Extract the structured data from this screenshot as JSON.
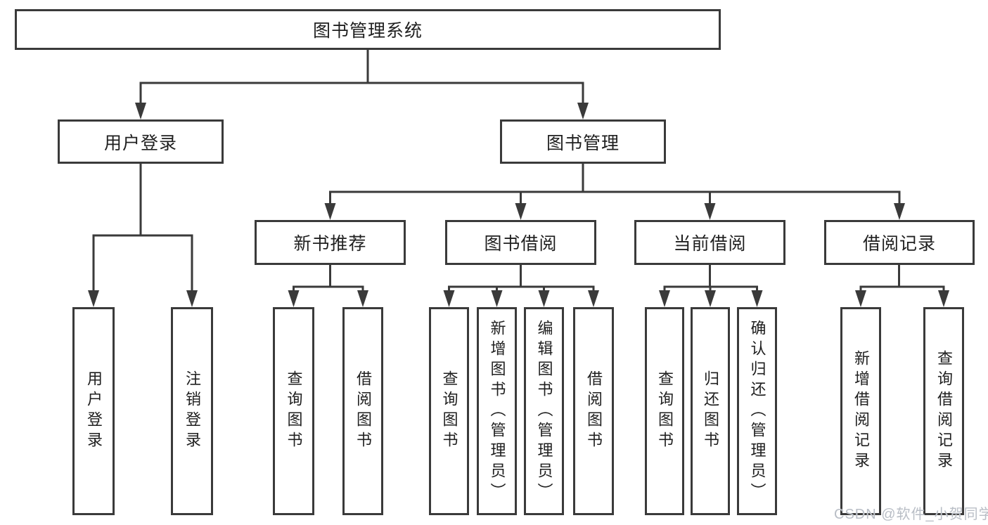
{
  "diagram": {
    "root": "图书管理系统",
    "level2": [
      {
        "label": "用户登录",
        "leaves": [
          "用户登录",
          "注销登录"
        ]
      },
      {
        "label": "图书管理",
        "groups": [
          {
            "label": "新书推荐",
            "leaves": [
              "查询图书",
              "借阅图书"
            ]
          },
          {
            "label": "图书借阅",
            "leaves": [
              "查询图书",
              "新增图书（管理员）",
              "编辑图书（管理员）",
              "借阅图书"
            ]
          },
          {
            "label": "当前借阅",
            "leaves": [
              "查询图书",
              "归还图书",
              "确认归还（管理员）"
            ]
          },
          {
            "label": "借阅记录",
            "leaves": [
              "新增借阅记录",
              "查询借阅记录"
            ]
          }
        ]
      }
    ]
  },
  "watermark": {
    "text": "CSDN @软件_小贺同学"
  },
  "colors": {
    "line": "#3a3a3a",
    "box_border": "#3a3a3a",
    "text": "#1f1f1f",
    "watermark": "#b9bec6",
    "background": "#ffffff"
  }
}
